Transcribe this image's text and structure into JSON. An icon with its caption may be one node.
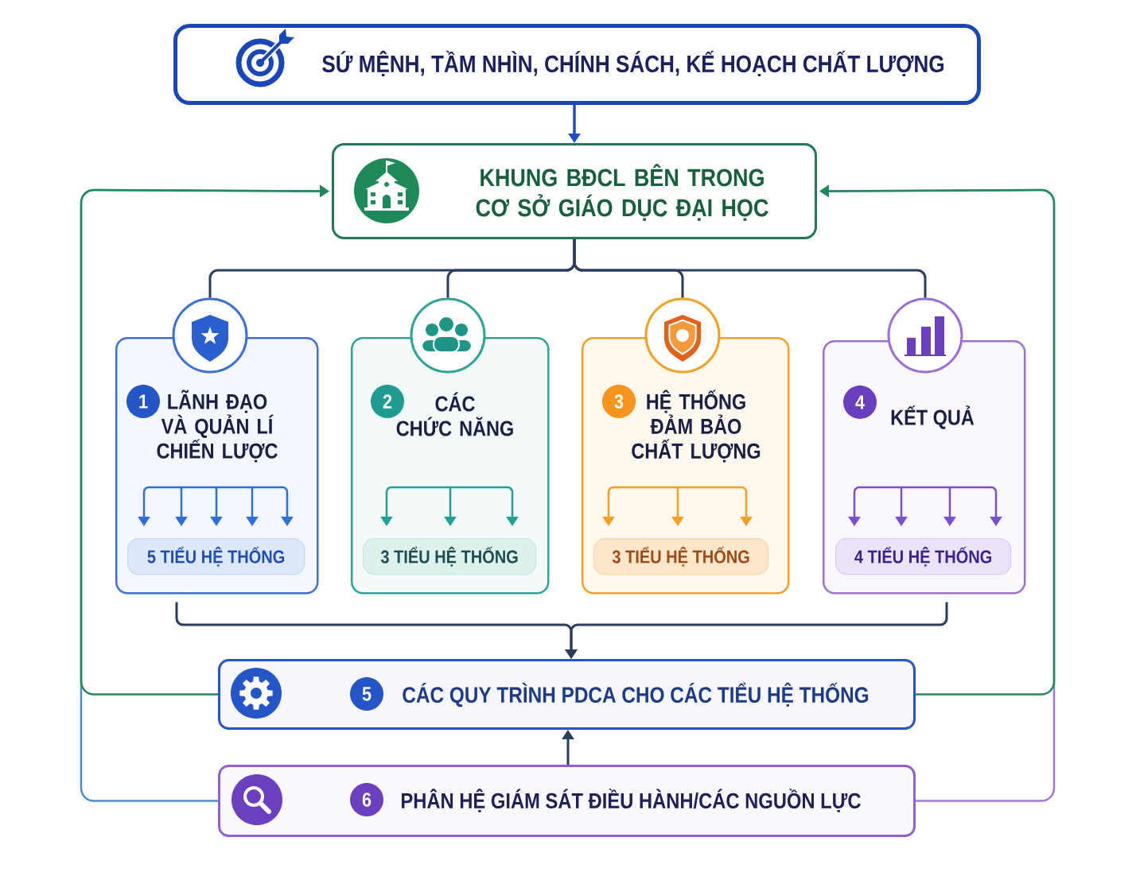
{
  "diagram": {
    "nodes": [
      {
        "text": [
          "SỨ MỆNH, TẦM NHÌN, CHÍNH SÁCH, KẾ HOẠCH CHẤT LƯỢNG"
        ]
      },
      {
        "text": [
          "KHUNG BĐCL BÊN TRONG CƠ SỞ GIÁO DỤC ĐẠI HỌC"
        ]
      },
      {
        "text": [],
        "shape": "circle"
      },
      {
        "text": [
          "LÃNH ĐẠO VÀ QUẢN LÍ CHIẾN LƯỢC"
        ]
      },
      {
        "text": [
          "1"
        ],
        "in": 3
      },
      {
        "text": [
          "5 TIỂU HỆ THỐNG"
        ],
        "in": 3
      },
      {
        "text": [],
        "shape": "circle"
      },
      {
        "text": [
          "CÁC CHỨC NĂNG"
        ]
      },
      {
        "text": [
          "2"
        ],
        "in": 7
      },
      {
        "text": [
          "3 TIỂU HỆ THỐNG"
        ],
        "in": 7
      },
      {
        "text": [],
        "shape": "circle"
      },
      {
        "text": [
          "HỆ THỐNG ĐẢM BẢO CHẤT LƯỢNG"
        ]
      },
      {
        "text": [
          "3"
        ],
        "in": 11
      },
      {
        "text": [
          "3 TIỂU HỆ THỐNG"
        ],
        "in": 11
      },
      {
        "text": [],
        "shape": "circle"
      },
      {
        "text": [
          "KẾT QUẢ"
        ]
      },
      {
        "text": [
          "4"
        ],
        "in": 15
      },
      {
        "text": [
          "4 TIỂU HỆ THỐNG"
        ],
        "in": 15
      },
      {
        "text": [
          "CÁC QUY TRÌNH PDCA CHO CÁC TIỂU HỆ THỐNG"
        ]
      },
      {
        "text": [
          "5"
        ],
        "in": 18
      },
      {
        "text": [
          "PHÂN HỆ GIÁM SÁT ĐIỀU HÀNH/CÁC NGUỒN LỰC"
        ]
      },
      {
        "text": [
          "6"
        ],
        "in": 20
      }
    ],
    "edges": [
      {
        "from": 0,
        "to": 1,
        "arrow": "to",
        "color": "#1f4fc1"
      },
      {
        "from": 1,
        "to": 2,
        "arrow": "none"
      },
      {
        "from": 1,
        "to": 6,
        "arrow": "none"
      },
      {
        "from": 1,
        "to": 10,
        "arrow": "none"
      },
      {
        "from": 1,
        "to": 14,
        "arrow": "none"
      },
      {
        "from": 3,
        "to": 18,
        "arrow": "to"
      },
      {
        "from": 15,
        "to": 18,
        "arrow": "to"
      },
      {
        "from": 20,
        "to": 18,
        "arrow": "to"
      },
      {
        "from": 20,
        "to": 1,
        "arrow": "to",
        "color": "#4f8ad6"
      },
      {
        "from": 20,
        "to": 1,
        "arrow": "to",
        "color": "#a07ad6"
      },
      {
        "from": 18,
        "to": 1,
        "arrow": "to",
        "color": "#1f8a5c"
      },
      {
        "from": 18,
        "to": 1,
        "arrow": "to",
        "color": "#1f8a5c"
      }
    ]
  }
}
